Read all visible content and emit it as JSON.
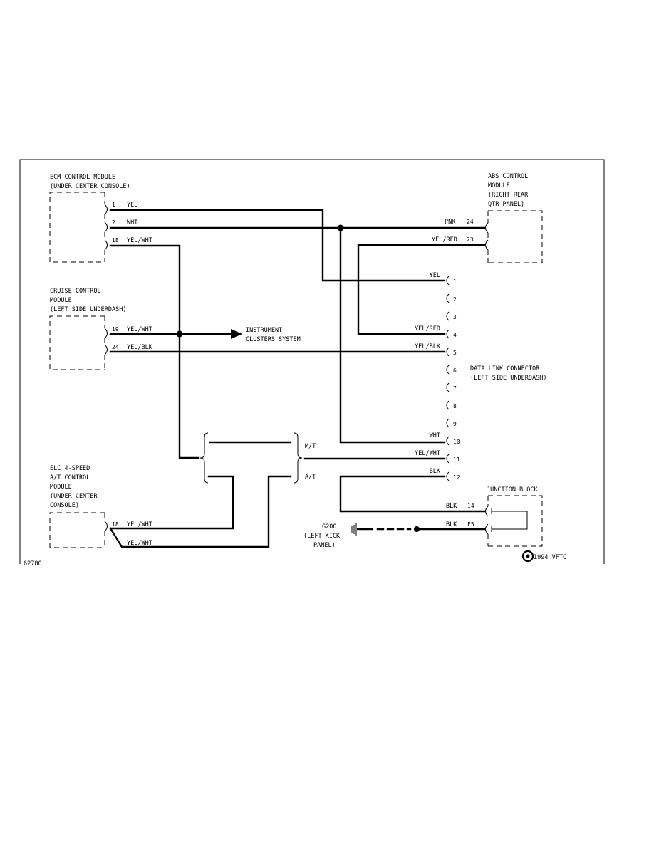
{
  "modules": {
    "ecm": [
      "ECM CONTROL MODULE",
      "(UNDER CENTER CONSOLE)"
    ],
    "cruise": [
      "CRUISE CONTROL",
      "MODULE",
      "(LEFT SIDE UNDERDASH)"
    ],
    "elc": [
      "ELC 4-SPEED",
      "A/T CONTROL",
      "MODULE",
      "(UNDER CENTER",
      "CONSOLE)"
    ],
    "abs": [
      "ABS CONTROL",
      "MODULE",
      "(RIGHT REAR",
      "QTR PANEL)"
    ],
    "dlc": [
      "DATA LINK CONNECTOR",
      "(LEFT SIDE UNDERDASH)"
    ],
    "junction": "JUNCTION BLOCK",
    "ground": [
      "G200",
      "(LEFT KICK",
      "PANEL)"
    ]
  },
  "ecm_pins": [
    {
      "pin": "1",
      "color": "YEL"
    },
    {
      "pin": "2",
      "color": "WHT"
    },
    {
      "pin": "18",
      "color": "YEL/WHT"
    }
  ],
  "cruise_pins": [
    {
      "pin": "19",
      "color": "YEL/WHT"
    },
    {
      "pin": "24",
      "color": "YEL/BLK"
    }
  ],
  "elc_pins": [
    {
      "pin": "18",
      "color": "YEL/WHT"
    },
    {
      "pin": "",
      "color": "YEL/WHT"
    }
  ],
  "abs_pins": [
    {
      "pin": "24",
      "color": "PNK"
    },
    {
      "pin": "23",
      "color": "YEL/RED"
    }
  ],
  "dlc_pins": [
    {
      "pin": "1",
      "color": "YEL"
    },
    {
      "pin": "2",
      "color": ""
    },
    {
      "pin": "3",
      "color": ""
    },
    {
      "pin": "4",
      "color": "YEL/RED"
    },
    {
      "pin": "5",
      "color": "YEL/BLK"
    },
    {
      "pin": "6",
      "color": ""
    },
    {
      "pin": "7",
      "color": ""
    },
    {
      "pin": "8",
      "color": ""
    },
    {
      "pin": "9",
      "color": ""
    },
    {
      "pin": "10",
      "color": "WHT"
    },
    {
      "pin": "11",
      "color": "YEL/WHT"
    },
    {
      "pin": "12",
      "color": "BLK"
    }
  ],
  "junction_pins": [
    {
      "pin": "14",
      "color": "BLK"
    },
    {
      "pin": "F5",
      "color": "BLK"
    }
  ],
  "instrument": [
    "INSTRUMENT",
    "CLUSTERS SYSTEM"
  ],
  "options": {
    "mt": "M/T",
    "at": "A/T"
  },
  "figure_id": "62780",
  "copyright": "1994 VFTC"
}
